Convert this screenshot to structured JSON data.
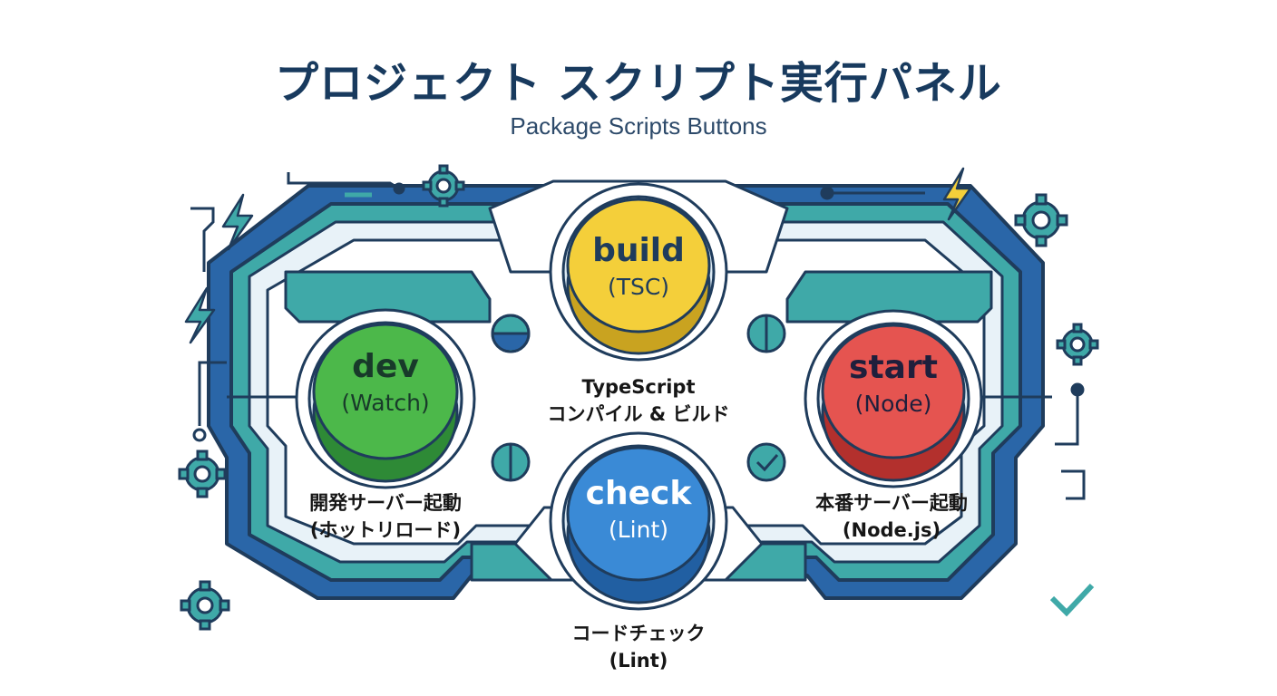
{
  "title": "プロジェクト スクリプト実行パネル",
  "subtitle": "Package Scripts Buttons",
  "colors": {
    "frame_dark": "#2a66a8",
    "frame_teal": "#3fa9a8",
    "frame_light": "#e8f2f8",
    "outline": "#1f3c5c",
    "dev": "#4cb84a",
    "build": "#f4cf3a",
    "start": "#e55450",
    "check": "#3a8ad6"
  },
  "buttons": {
    "dev": {
      "label": "dev",
      "sub": "(Watch)",
      "caption": [
        "開発サーバー起動",
        "(ホットリロード)"
      ]
    },
    "build": {
      "label": "build",
      "sub": "(TSC)",
      "caption": [
        "TypeScript",
        "コンパイル & ビルド"
      ]
    },
    "start": {
      "label": "start",
      "sub": "(Node)",
      "caption": [
        "本番サーバー起動",
        "(Node.js)"
      ]
    },
    "check": {
      "label": "check",
      "sub": "(Lint)",
      "caption": [
        "コードチェック",
        "(Lint)"
      ]
    }
  },
  "icons": [
    "gear-icon",
    "lightning-icon",
    "checkmark-icon",
    "flag-icon"
  ]
}
